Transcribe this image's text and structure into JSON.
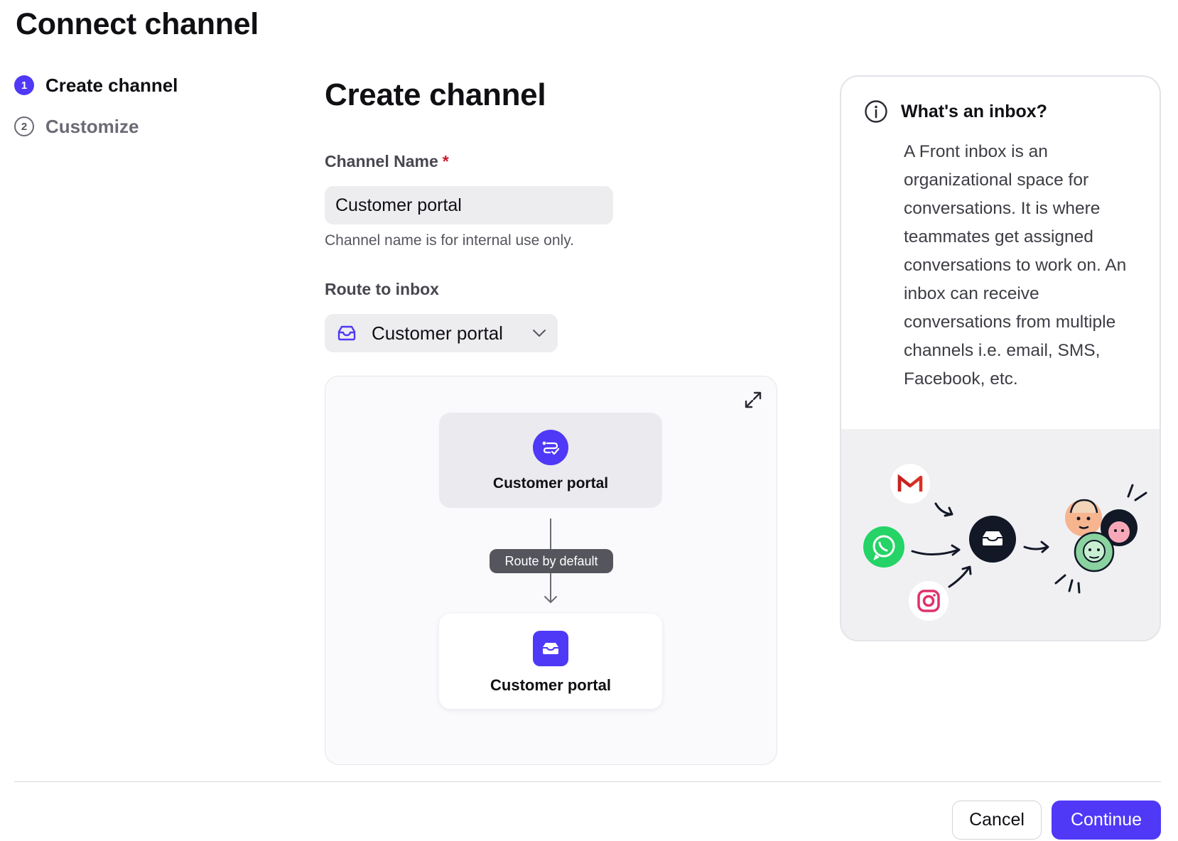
{
  "page": {
    "title": "Connect channel"
  },
  "stepper": {
    "steps": [
      {
        "number": "1",
        "label": "Create channel",
        "state": "active"
      },
      {
        "number": "2",
        "label": "Customize",
        "state": "inactive"
      }
    ]
  },
  "form": {
    "title": "Create channel",
    "channel_name": {
      "label": "Channel Name",
      "required_mark": "*",
      "value": "Customer portal",
      "help": "Channel name is for internal use only."
    },
    "route": {
      "label": "Route to inbox",
      "value": "Customer portal",
      "icon": "inbox-icon"
    }
  },
  "diagram": {
    "source_label": "Customer portal",
    "source_icon": "channel-route-icon",
    "route_label": "Route by default",
    "target_label": "Customer portal",
    "target_icon": "inbox-icon",
    "expand_icon": "expand-icon"
  },
  "info": {
    "title": "What's an inbox?",
    "body": "A Front inbox is an organizational space for conversations. It is where teammates get assigned conversations to work on. An inbox can receive conversations from multiple channels i.e. email, SMS, Facebook, etc.",
    "icons": [
      "info-icon",
      "gmail-icon",
      "whatsapp-icon",
      "instagram-icon",
      "inbox-icon",
      "teammates-avatars"
    ]
  },
  "footer": {
    "cancel_label": "Cancel",
    "continue_label": "Continue"
  },
  "colors": {
    "accent": "#4f39f6",
    "input_bg": "#ededf0",
    "required": "#d1182b",
    "pill": "#55565d"
  }
}
